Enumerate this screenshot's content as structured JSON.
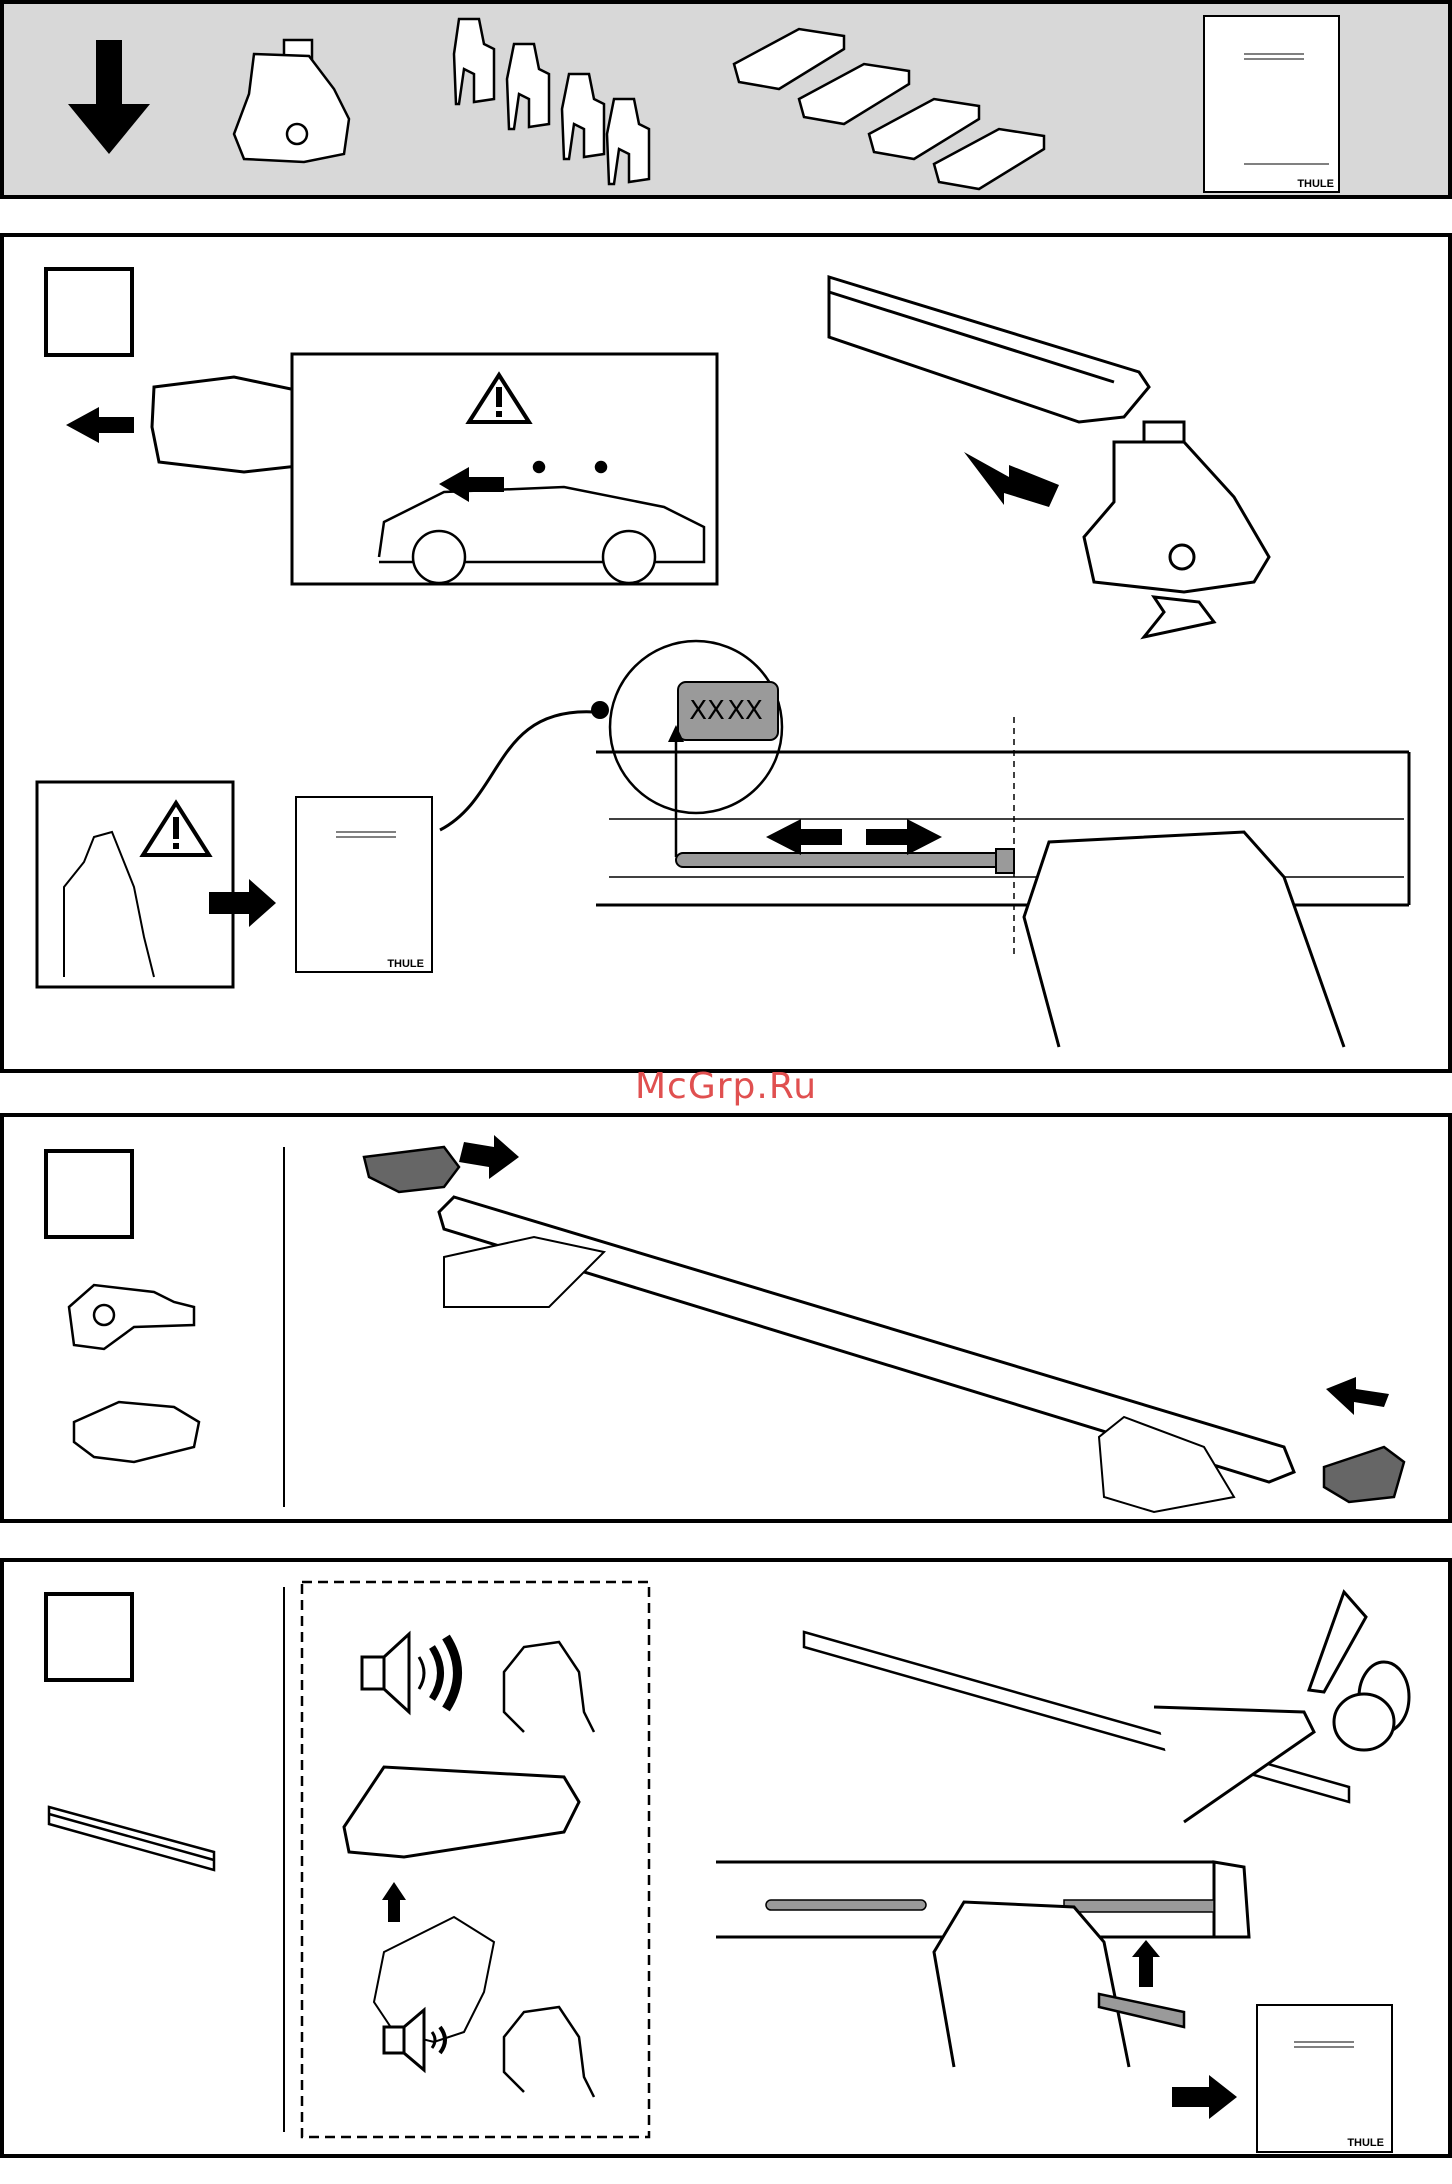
{
  "watermark": "McGrp.Ru",
  "parts": {
    "items": [
      {
        "name": "foot-pack"
      },
      {
        "name": "clamp-kit"
      },
      {
        "name": "rubber-pads"
      },
      {
        "name": "instruction-booklet",
        "brand": "THULE"
      }
    ]
  },
  "step1": {
    "number": "",
    "bar_label": "XX",
    "manual_brand": "THULE"
  },
  "step2": {
    "number": ""
  },
  "step3": {
    "number": "",
    "manual_brand": "THULE"
  },
  "icons": [
    "down-arrow-icon",
    "warning-icon",
    "speaker-icon",
    "head-icon",
    "hand-icon",
    "scissors-icon"
  ]
}
